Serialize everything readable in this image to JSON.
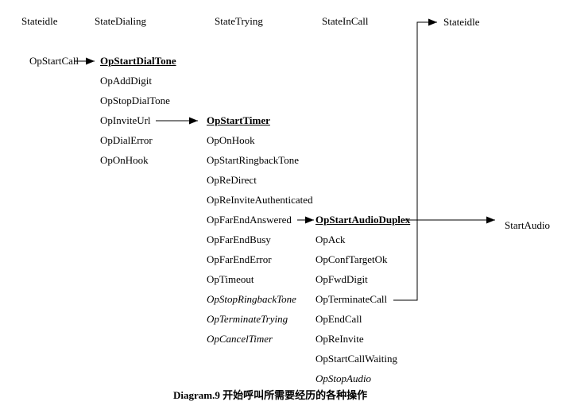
{
  "diagram": {
    "caption": "Diagram.9 开始呼叫所需要经历的各种操作",
    "states": {
      "idle": "Stateidle",
      "dialing": "StateDialing",
      "trying": "StateTrying",
      "incall": "StateInCall",
      "idle_return": "Stateidle"
    },
    "start_event": "OpStartCall",
    "end_event": "StartAudio",
    "dialing_ops": [
      "OpStartDialTone",
      "OpAddDigit",
      "OpStopDialTone",
      "OpInviteUrl",
      "OpDialError",
      "OpOnHook"
    ],
    "trying_ops": [
      "OpStartTimer",
      "OpOnHook",
      "OpStartRingbackTone",
      "OpReDirect",
      "OpReInviteAuthenticated",
      "OpFarEndAnswered",
      "OpFarEndBusy",
      "OpFarEndError",
      "OpTimeout",
      "OpStopRingbackTone",
      "OpTerminateTrying",
      "OpCancelTimer"
    ],
    "incall_ops": [
      "OpStartAudioDuplex",
      "OpAck",
      "OpConfTargetOk",
      "OpFwdDigit",
      "OpTerminateCall",
      "OpEndCall",
      "OpReInvite",
      "OpStartCallWaiting",
      "OpStopAudio"
    ]
  }
}
